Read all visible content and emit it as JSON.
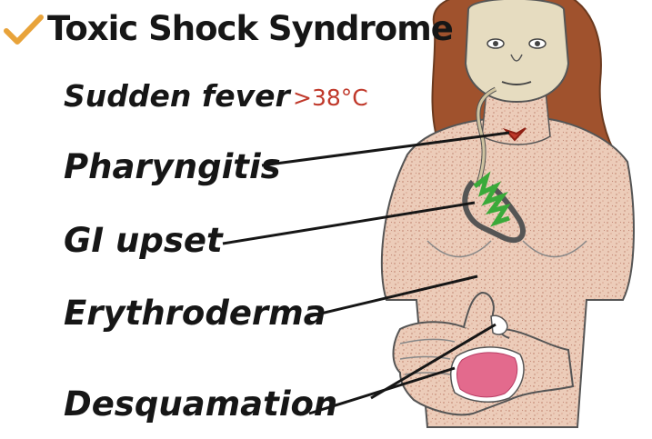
{
  "title": "Toxic Shock Syndrome",
  "checkmark_icon": "checkmark-icon",
  "colors": {
    "checkmark": "#e8a33a",
    "fever_temp": "#c0392b",
    "text": "#161616",
    "skin": "#e9c8b4",
    "skin_speckle": "#c98f7a",
    "hair": "#a0522d",
    "throat": "#c0392b",
    "gi_tract": "#3aaa3a",
    "desquamation": "#e36a8d"
  },
  "labels": {
    "fever": "Sudden fever",
    "fever_temp": ">38°C",
    "pharyngitis": "Pharyngitis",
    "gi_upset": "GI upset",
    "erythroderma": "Erythroderma",
    "desquamation": "Desquamation"
  }
}
